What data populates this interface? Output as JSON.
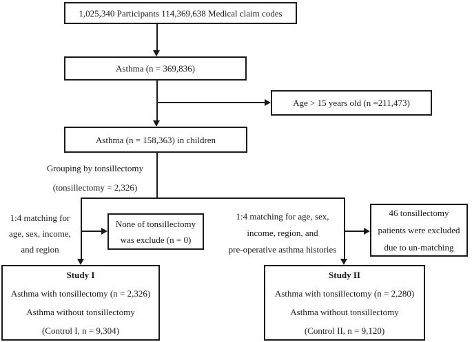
{
  "diagram": {
    "boxes": {
      "participants": {
        "text": "1,025,340 Participants 114,369,638 Medical claim codes"
      },
      "asthma_all": {
        "text": "Asthma (n = 369,836)"
      },
      "age_excluded": {
        "text": "Age > 15 years old (n =211,473)"
      },
      "asthma_children": {
        "text": "Asthma (n = 158,363) in children"
      },
      "none_excluded": {
        "lines": [
          "None of tonsillectomy",
          "was exclude  (n = 0)"
        ]
      },
      "unmatched_excluded": {
        "lines": [
          "46 tonsillectomy",
          "patients were excluded",
          "due to un-matching"
        ]
      },
      "study1": {
        "title": "Study I",
        "lines": [
          "Asthma with tonsillectomy (n = 2,326)",
          "Asthma without tonsillectomy",
          "(Control I, n = 9,304)"
        ]
      },
      "study2": {
        "title": "Study II",
        "lines": [
          "Asthma with tonsillectomy (n = 2,280)",
          "Asthma without tonsillectomy",
          "(Control II, n = 9,120)"
        ]
      }
    },
    "labels": {
      "grouping": [
        "Grouping by tonsillectomy",
        "(tonsillectomy = 2,326)"
      ],
      "matching_left": [
        "1:4 matching for",
        "age, sex, income,",
        "and region"
      ],
      "matching_right": [
        "1:4 matching for age, sex,",
        "income, region, and",
        "pre-operative asthma histories"
      ]
    },
    "colors": {
      "line": "#1a1a1a",
      "text": "#1a1a1a",
      "background": "#ffffff"
    }
  }
}
